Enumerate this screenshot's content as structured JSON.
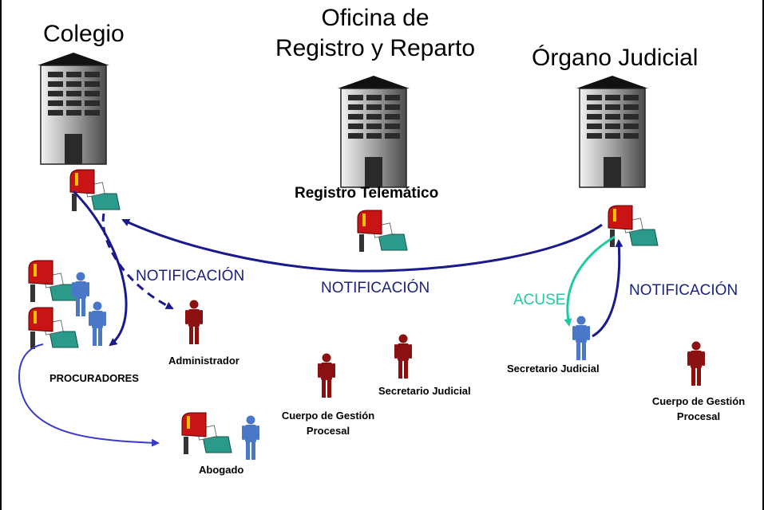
{
  "institutions": {
    "colegio": "Colegio",
    "oficina_line1": "Oficina de",
    "oficina_line2": "Registro y Reparto",
    "organo": "Órgano Judicial"
  },
  "registro": "Registro Telemático",
  "flows": {
    "notif_admin": "NOTIFICACIÓN",
    "notif_main": "NOTIFICACIÓN",
    "notif_right": "NOTIFICACIÓN",
    "acuse": "ACUSE"
  },
  "people": {
    "procuradores": "PROCURADORES",
    "administrador": "Administrador",
    "abogado": "Abogado",
    "secretario_center": "Secretario Judicial",
    "secretario_right": "Secretario Judicial",
    "cuerpo_center_1": "Cuerpo de Gestión",
    "cuerpo_center_2": "Procesal",
    "cuerpo_right_1": "Cuerpo de Gestión",
    "cuerpo_right_2": "Procesal"
  },
  "colors": {
    "arrow_navy": "#1a1a8c",
    "arrow_blue": "#3a3ac8",
    "acuse": "#1fc9a4",
    "person_blue": "#4a78c8",
    "person_red": "#8b1010",
    "mailbox_red": "#c81414",
    "tray_teal": "#2a9a8a"
  }
}
